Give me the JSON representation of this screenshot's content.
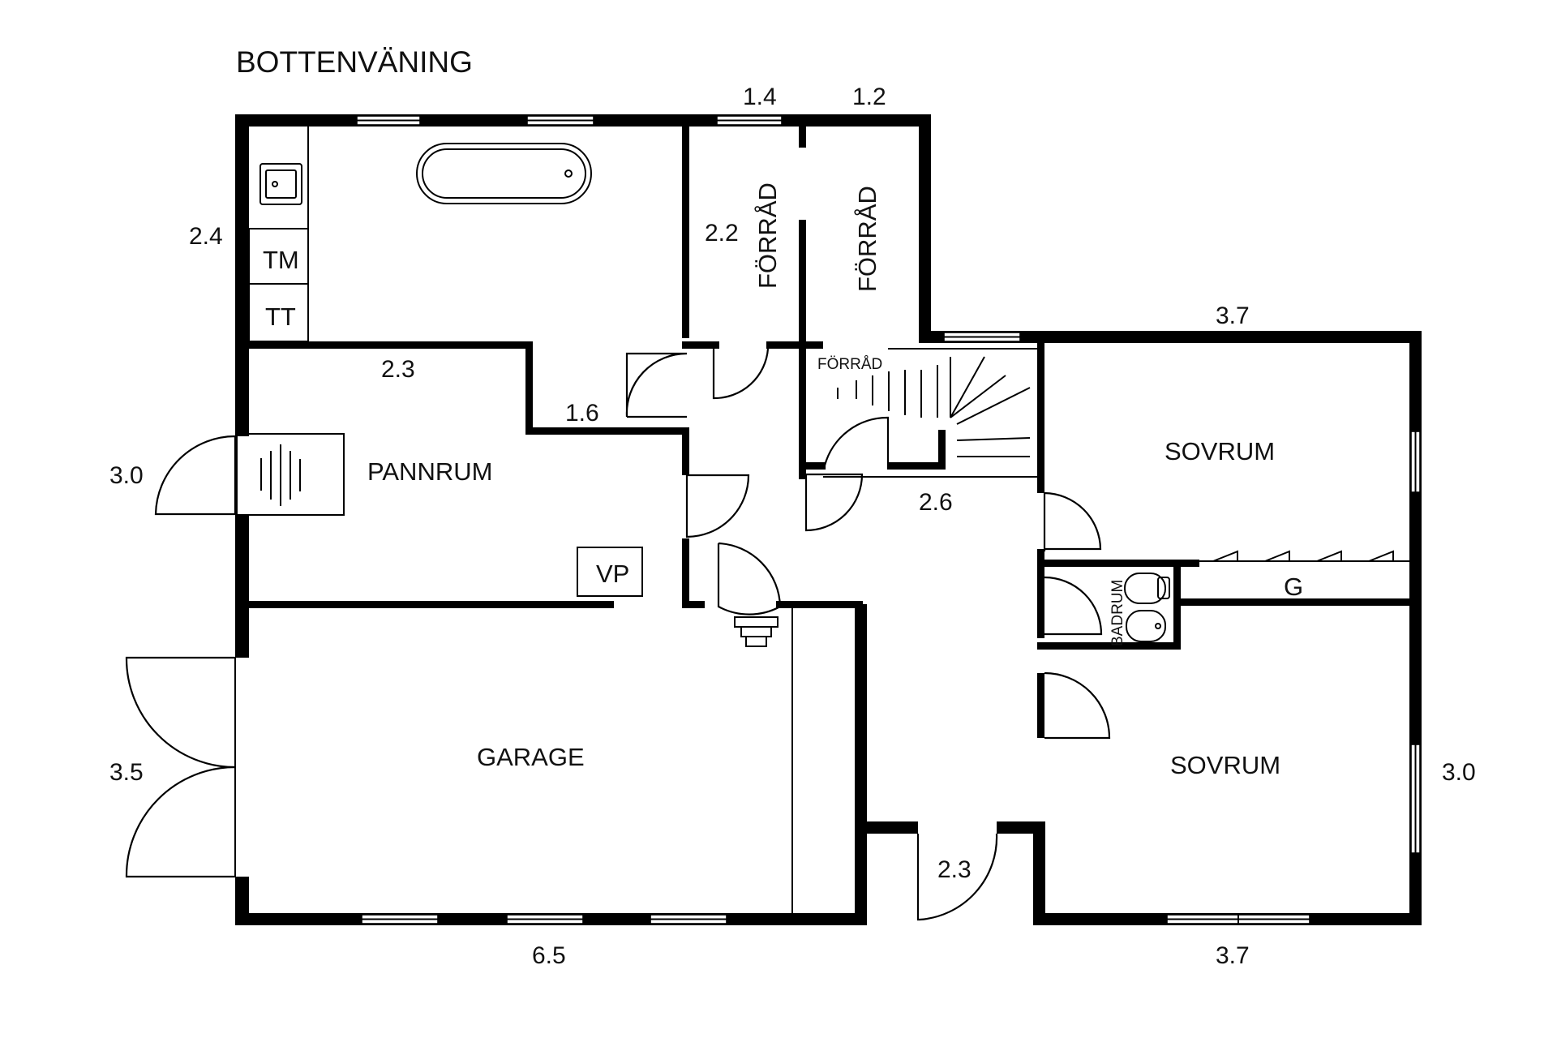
{
  "floor_title": "BOTTENVÄNING",
  "rooms": {
    "pannrum": "PANNRUM",
    "garage": "GARAGE",
    "sovrum_upper": "SOVRUM",
    "sovrum_lower": "SOVRUM",
    "forrad_left": "FÖRRÅD",
    "forrad_right": "FÖRRÅD",
    "forrad_stair": "FÖRRÅD",
    "badrum": "BADRUM",
    "g": "G"
  },
  "fixtures": {
    "tm": "TM",
    "tt": "TT",
    "vp": "VP"
  },
  "dimensions": {
    "d_1_4": "1.4",
    "d_1_2": "1.2",
    "d_2_4": "2.4",
    "d_2_2": "2.2",
    "d_3_7_top": "3.7",
    "d_2_3_pannrum": "2.3",
    "d_1_6": "1.6",
    "d_3_0_left": "3.0",
    "d_2_6": "2.6",
    "d_3_5": "3.5",
    "d_3_0_right": "3.0",
    "d_2_3_entry": "2.3",
    "d_6_5": "6.5",
    "d_3_7_bottom": "3.7"
  }
}
